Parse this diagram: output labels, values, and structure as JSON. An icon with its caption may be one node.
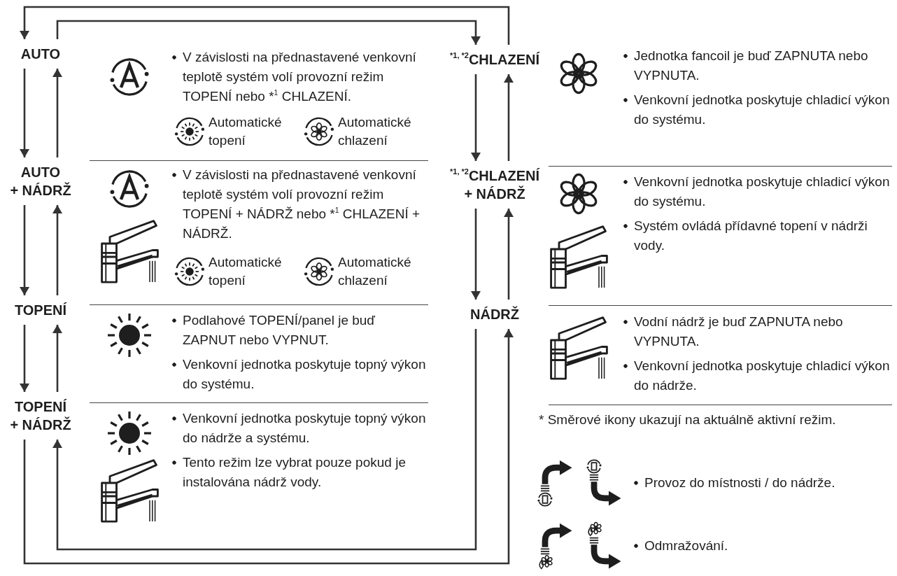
{
  "diagram": {
    "nodes": [
      {
        "text": [
          "AUTO"
        ],
        "beside": [
          "V závislosti na přednastavené venkovní teplotě systém volí provozní režim TOPENÍ nebo *$^{1}$ CHLAZENÍ.",
          "Automatické topení",
          "Automatické chlazení"
        ]
      },
      {
        "text": [
          "AUTO + NÁDRŽ"
        ],
        "beside": [
          "V závislosti na přednastavené venkovní teplotě systém volí provozní režim TOPENÍ + NÁDRŽ nebo *$^{1}$ CHLAZENÍ + NÁDRŽ.",
          "Automatické topení",
          "Automatické chlazení"
        ]
      },
      {
        "text": [
          "TOPENÍ"
        ],
        "beside": [
          "Podlahové TOPENÍ/panel je buď ZAPNUT nebo VYPNUT.",
          "Venkovní jednotka poskytuje topný výkon do systému."
        ]
      },
      {
        "text": [
          "TOPENÍ + NÁDRŽ"
        ],
        "beside": [
          "Venkovní jednotka poskytuje topný výkon do nádrže a systému.",
          "Tento režim lze vybrat pouze pokud je instalována nádrž vody."
        ]
      },
      {
        "text": [
          "$^{*1, *2}$CHLAZENÍ"
        ],
        "beside": [
          "Jednotka fancoil je buď ZAPNUTA nebo VYPNUTA.",
          "Venkovní jednotka poskytuje chladicí výkon do systému."
        ]
      },
      {
        "text": [
          "$^{*1, *2}$CHLAZENÍ + NÁDRŽ"
        ],
        "beside": [
          "Venkovní jednotka poskytuje chladicí výkon do systému.",
          "Systém ovládá přídavné topení v nádrži vody."
        ]
      },
      {
        "text": [
          "NÁDRŽ"
        ],
        "beside": [
          "Vodní nádrž je buď ZAPNUTA nebo VYPNUTA.",
          "Venkovní jednotka poskytuje chladicí výkon do nádrže."
        ]
      }
    ],
    "edges": [
      {
        "from": 0,
        "to": 1,
        "arrow": "to"
      },
      {
        "from": 1,
        "to": 0,
        "arrow": "to"
      },
      {
        "from": 1,
        "to": 2,
        "arrow": "to"
      },
      {
        "from": 2,
        "to": 1,
        "arrow": "to"
      },
      {
        "from": 2,
        "to": 3,
        "arrow": "to"
      },
      {
        "from": 3,
        "to": 2,
        "arrow": "to"
      },
      {
        "from": 0,
        "to": 4,
        "arrow": "to"
      },
      {
        "from": 4,
        "to": 0,
        "arrow": "to"
      },
      {
        "from": 4,
        "to": 5,
        "arrow": "to"
      },
      {
        "from": 5,
        "to": 4,
        "arrow": "to"
      },
      {
        "from": 5,
        "to": 6,
        "arrow": "to"
      },
      {
        "from": 6,
        "to": 5,
        "arrow": "to"
      },
      {
        "from": 3,
        "to": 6,
        "arrow": "to"
      },
      {
        "from": 6,
        "to": 3,
        "arrow": "to"
      }
    ],
    "labels": [
      "* Směrové ikony ukazují na aktuálně aktivní režim."
    ],
    "legend": [
      {
        "text": "Provoz do místnosti / do nádrže."
      },
      {
        "text": "Odmražování."
      }
    ]
  }
}
